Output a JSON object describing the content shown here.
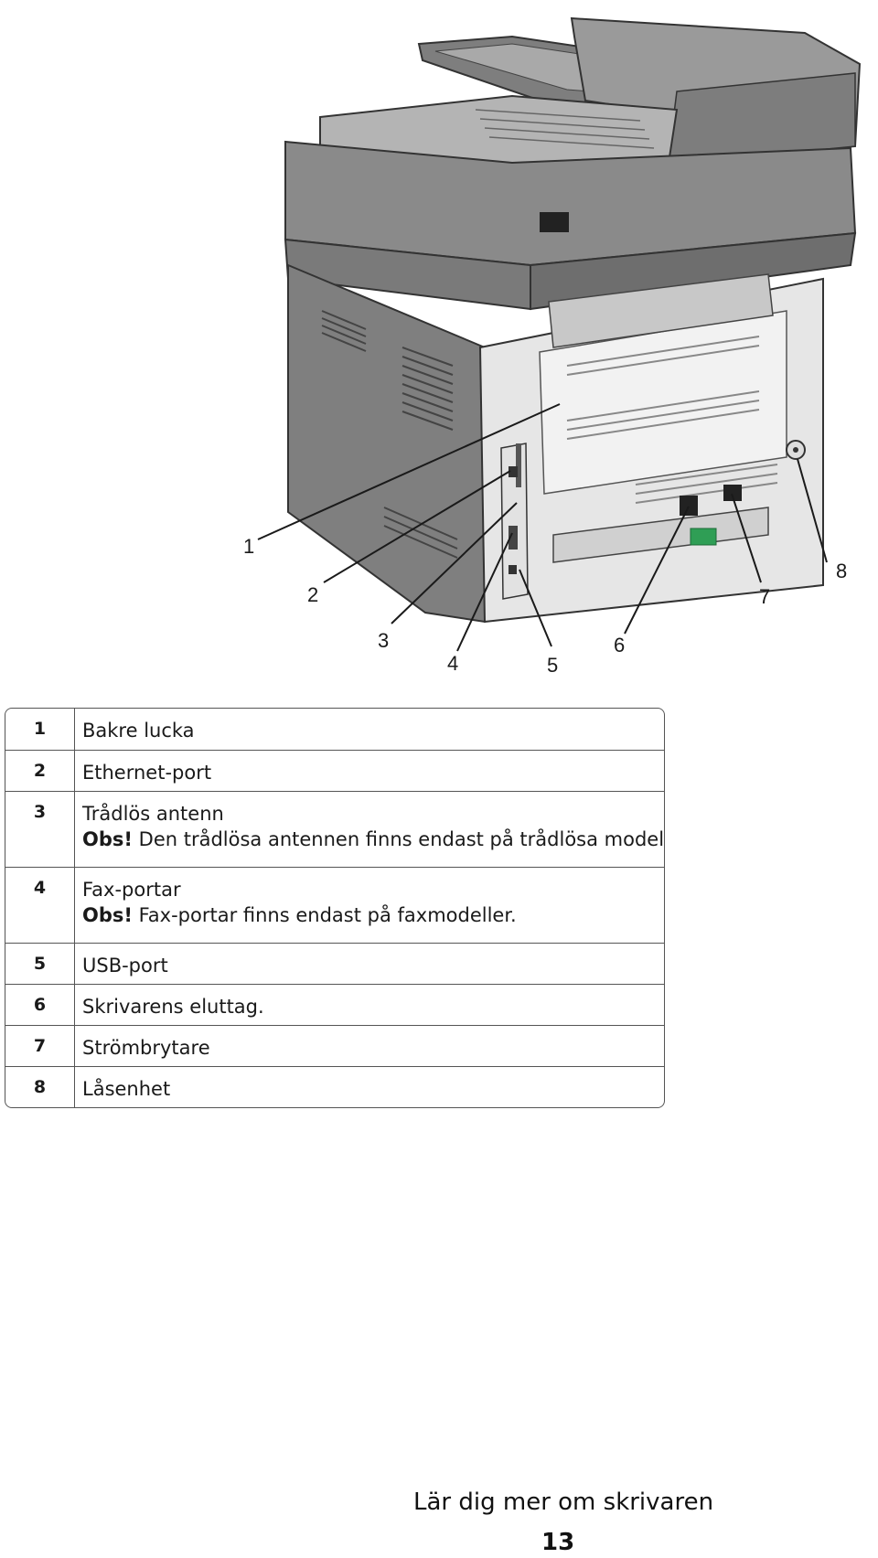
{
  "callouts": [
    "1",
    "2",
    "3",
    "4",
    "5",
    "6",
    "7",
    "8"
  ],
  "legend": [
    {
      "num": "1",
      "label": "Bakre lucka"
    },
    {
      "num": "2",
      "label": "Ethernet-port"
    },
    {
      "num": "3",
      "label": "Trådlös antenn",
      "note_prefix": "Obs!",
      "note_text": " Den trådlösa antennen finns endast på trådlösa modeller."
    },
    {
      "num": "4",
      "label": "Fax-portar",
      "note_prefix": "Obs!",
      "note_text": " Fax-portar finns endast på faxmodeller."
    },
    {
      "num": "5",
      "label": "USB-port"
    },
    {
      "num": "6",
      "label": "Skrivarens eluttag."
    },
    {
      "num": "7",
      "label": "Strömbrytare"
    },
    {
      "num": "8",
      "label": "Låsenhet"
    }
  ],
  "footer": {
    "section_title": "Lär dig mer om skrivaren",
    "page_number": "13"
  },
  "colors": {
    "printer_body": "#8c8c8c",
    "printer_light": "#e8e8e8",
    "printer_dark": "#5a5a5a",
    "accent_green": "#2f9e55"
  }
}
